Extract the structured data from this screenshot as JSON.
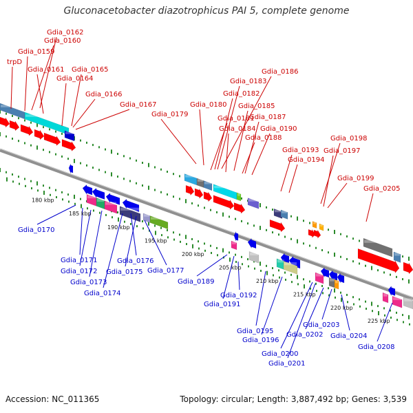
{
  "title": "Gluconacetobacter diazotrophicus PAI 5, complete genome",
  "accession": "Accession: NC_011365",
  "summary": "Topology: circular; Length: 3,887,492 bp; Genes: 3,539",
  "colors": {
    "top_strand_label": "#cc0000",
    "bottom_strand_label": "#0000cc",
    "backbone": "#909090",
    "tick": "#2a8a2a"
  },
  "scale_labels": [
    "180 kbp",
    "185 kbp",
    "190 kbp",
    "195 kbp",
    "200 kbp",
    "205 kbp",
    "210 kbp",
    "215 kbp",
    "220 kbp",
    "225 kbp"
  ],
  "top_labels": [
    "trpD",
    "Gdia_0162",
    "Gdia_0160",
    "Gdia_0159",
    "Gdia_0161",
    "Gdia_0165",
    "Gdia_0164",
    "Gdia_0166",
    "Gdia_0167",
    "Gdia_0179",
    "Gdia_0180",
    "Gdia_0186",
    "Gdia_0183",
    "Gdia_0182",
    "Gdia_0185",
    "Gdia_0181",
    "Gdia_0187",
    "Gdia_0184",
    "Gdia_0190",
    "Gdia_0188",
    "Gdia_0193",
    "Gdia_0194",
    "Gdia_0198",
    "Gdia_0197",
    "Gdia_0199",
    "Gdia_0205"
  ],
  "bottom_labels": [
    "Gdia_0170",
    "Gdia_0171",
    "Gdia_0172",
    "Gdia_0173",
    "Gdia_0174",
    "Gdia_0176",
    "Gdia_0175",
    "Gdia_0177",
    "Gdia_0189",
    "Gdia_0192",
    "Gdia_0191",
    "Gdia_0195",
    "Gdia_0196",
    "Gdia_0200",
    "Gdia_0201",
    "Gdia_0202",
    "Gdia_0203",
    "Gdia_0204",
    "Gdia_0208"
  ]
}
